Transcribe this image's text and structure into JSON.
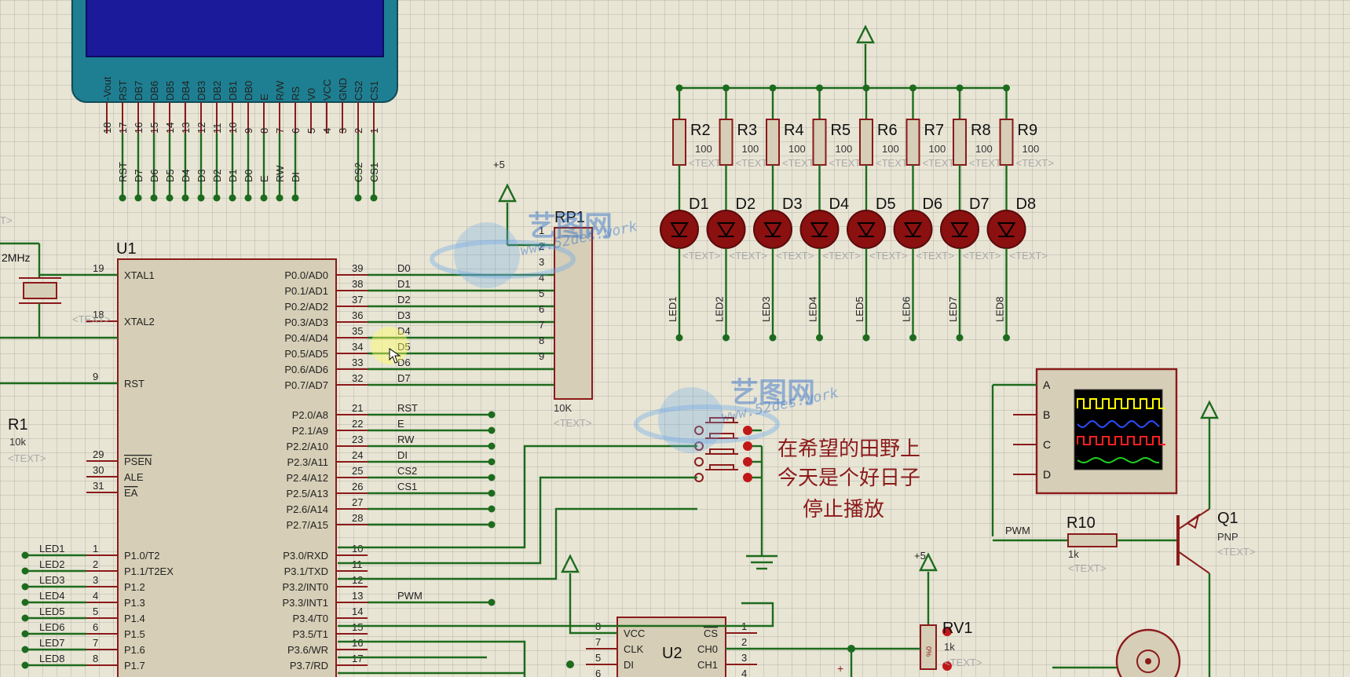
{
  "watermark": {
    "name": "艺图网",
    "url": "www.52des.work"
  },
  "lcd": {
    "pin_names": [
      "-Vout",
      "RST",
      "DB7",
      "DB6",
      "DB5",
      "DB4",
      "DB3",
      "DB2",
      "DB1",
      "DB0",
      "E",
      "R/W",
      "RS",
      "V0",
      "VCC",
      "GND",
      "CS2",
      "CS1"
    ],
    "pin_numbers": [
      "18",
      "17",
      "16",
      "15",
      "14",
      "13",
      "12",
      "11",
      "10",
      "9",
      "8",
      "7",
      "6",
      "5",
      "4",
      "3",
      "2",
      "1"
    ],
    "net_labels": [
      "RST",
      "D7",
      "D6",
      "D5",
      "D4",
      "D3",
      "D2",
      "D1",
      "D0",
      "E",
      "RW",
      "DI",
      "CS2",
      "CS1"
    ]
  },
  "u1": {
    "ref": "U1",
    "left_pins": [
      {
        "num": "19",
        "name": "XTAL1"
      },
      {
        "num": "18",
        "name": "XTAL2"
      },
      {
        "num": "9",
        "name": "RST"
      },
      {
        "num": "29",
        "name": "PSEN"
      },
      {
        "num": "30",
        "name": "ALE"
      },
      {
        "num": "31",
        "name": "EA"
      },
      {
        "num": "1",
        "name": "P1.0/T2"
      },
      {
        "num": "2",
        "name": "P1.1/T2EX"
      },
      {
        "num": "3",
        "name": "P1.2"
      },
      {
        "num": "4",
        "name": "P1.3"
      },
      {
        "num": "5",
        "name": "P1.4"
      },
      {
        "num": "6",
        "name": "P1.5"
      },
      {
        "num": "7",
        "name": "P1.6"
      },
      {
        "num": "8",
        "name": "P1.7"
      }
    ],
    "right_pins": [
      {
        "num": "39",
        "name": "P0.0/AD0",
        "net": "D0"
      },
      {
        "num": "38",
        "name": "P0.1/AD1",
        "net": "D1"
      },
      {
        "num": "37",
        "name": "P0.2/AD2",
        "net": "D2"
      },
      {
        "num": "36",
        "name": "P0.3/AD3",
        "net": "D3"
      },
      {
        "num": "35",
        "name": "P0.4/AD4",
        "net": "D4"
      },
      {
        "num": "34",
        "name": "P0.5/AD5",
        "net": "D5"
      },
      {
        "num": "33",
        "name": "P0.6/AD6",
        "net": "D6"
      },
      {
        "num": "32",
        "name": "P0.7/AD7",
        "net": "D7"
      },
      {
        "num": "21",
        "name": "P2.0/A8",
        "net": "RST"
      },
      {
        "num": "22",
        "name": "P2.1/A9",
        "net": "E"
      },
      {
        "num": "23",
        "name": "P2.2/A10",
        "net": "RW"
      },
      {
        "num": "24",
        "name": "P2.3/A11",
        "net": "DI"
      },
      {
        "num": "25",
        "name": "P2.4/A12",
        "net": "CS2"
      },
      {
        "num": "26",
        "name": "P2.5/A13",
        "net": "CS1"
      },
      {
        "num": "27",
        "name": "P2.6/A14",
        "net": ""
      },
      {
        "num": "28",
        "name": "P2.7/A15",
        "net": ""
      },
      {
        "num": "10",
        "name": "P3.0/RXD",
        "net": ""
      },
      {
        "num": "11",
        "name": "P3.1/TXD",
        "net": ""
      },
      {
        "num": "12",
        "name": "P3.2/INT0",
        "net": ""
      },
      {
        "num": "13",
        "name": "P3.3/INT1",
        "net": "PWM"
      },
      {
        "num": "14",
        "name": "P3.4/T0",
        "net": ""
      },
      {
        "num": "15",
        "name": "P3.5/T1",
        "net": ""
      },
      {
        "num": "16",
        "name": "P3.6/WR",
        "net": ""
      },
      {
        "num": "17",
        "name": "P3.7/RD",
        "net": ""
      }
    ],
    "led_nets": [
      "LED1",
      "LED2",
      "LED3",
      "LED4",
      "LED5",
      "LED6",
      "LED7",
      "LED8"
    ]
  },
  "crystal": {
    "value": "2MHz",
    "text": "<TEXT>"
  },
  "r1": {
    "ref": "R1",
    "value": "10k",
    "text": "<TEXT>"
  },
  "rp1": {
    "ref": "RP1",
    "value": "10K",
    "text": "<TEXT>",
    "pins": [
      "1",
      "2",
      "3",
      "4",
      "5",
      "6",
      "7",
      "8",
      "9"
    ],
    "supply": "+5"
  },
  "resistors": [
    {
      "ref": "R2",
      "value": "100"
    },
    {
      "ref": "R3",
      "value": "100"
    },
    {
      "ref": "R4",
      "value": "100"
    },
    {
      "ref": "R5",
      "value": "100"
    },
    {
      "ref": "R6",
      "value": "100"
    },
    {
      "ref": "R7",
      "value": "100"
    },
    {
      "ref": "R8",
      "value": "100"
    },
    {
      "ref": "R9",
      "value": "100"
    }
  ],
  "leds": [
    {
      "ref": "D1",
      "net": "LED1"
    },
    {
      "ref": "D2",
      "net": "LED2"
    },
    {
      "ref": "D3",
      "net": "LED3"
    },
    {
      "ref": "D4",
      "net": "LED4"
    },
    {
      "ref": "D5",
      "net": "LED5"
    },
    {
      "ref": "D6",
      "net": "LED6"
    },
    {
      "ref": "D7",
      "net": "LED7"
    },
    {
      "ref": "D8",
      "net": "LED8"
    }
  ],
  "text_placeholder": "<TEXT>",
  "buttons": {
    "labels": [
      "在希望的田野上",
      "今天是个好日子",
      "停止播放"
    ]
  },
  "scope": {
    "channels": [
      "A",
      "B",
      "C",
      "D"
    ],
    "colors": [
      "#ffff00",
      "#2b4cff",
      "#ff2020",
      "#20d020"
    ],
    "net": "PWM"
  },
  "r10": {
    "ref": "R10",
    "value": "1k",
    "text": "<TEXT>"
  },
  "q1": {
    "ref": "Q1",
    "type": "PNP",
    "text": "<TEXT>"
  },
  "rv1": {
    "ref": "RV1",
    "value": "1k",
    "text": "<TEXT>",
    "supply": "+5",
    "marking": "%0"
  },
  "u2": {
    "ref": "U2",
    "left_pins": [
      {
        "num": "8",
        "name": "VCC"
      },
      {
        "num": "7",
        "name": "CLK"
      },
      {
        "num": "5",
        "name": "DI"
      },
      {
        "num": "6",
        "name": ""
      }
    ],
    "right_pins": [
      {
        "num": "1",
        "name": "CS"
      },
      {
        "num": "2",
        "name": "CH0"
      },
      {
        "num": "3",
        "name": "CH1"
      },
      {
        "num": "4",
        "name": ""
      }
    ]
  }
}
